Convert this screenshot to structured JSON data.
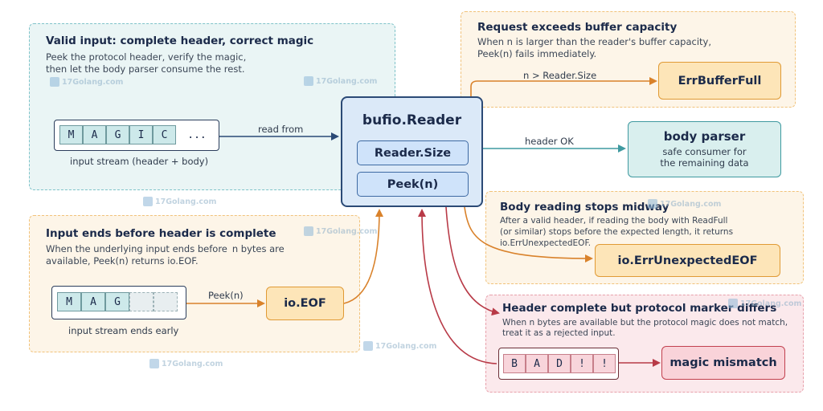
{
  "watermark": "17Golang.com",
  "reader": {
    "title": "bufio.Reader",
    "size_field": "Reader.Size",
    "peek_field": "Peek(n)"
  },
  "valid_panel": {
    "title": "Valid input: complete header, correct magic",
    "desc": "Peek the protocol header, verify the magic,\nthen let the body parser consume the rest.",
    "stream_cells": [
      "M",
      "A",
      "G",
      "I",
      "C"
    ],
    "stream_ellipsis": "...",
    "stream_caption": "input stream (header + body)",
    "edge_label": "read from"
  },
  "eof_panel": {
    "title": "Input ends before header is complete",
    "desc": "When the underlying input ends before  n bytes are\navailable, Peek(n) returns io.EOF.",
    "stream_cells": [
      "M",
      "A",
      "G"
    ],
    "stream_caption": "input stream ends early",
    "edge_label": "Peek(n)",
    "result": "io.EOF"
  },
  "buffer_panel": {
    "title": "Request exceeds buffer capacity",
    "desc": "When n is larger than the reader's buffer capacity,\nPeek(n) fails immediately.",
    "edge_label": "n > Reader.Size",
    "result": "ErrBufferFull"
  },
  "header_ok": {
    "edge_label": "header OK",
    "title": "body parser",
    "desc": "safe consumer for\nthe remaining data"
  },
  "midway_panel": {
    "title": "Body reading stops midway",
    "desc": "After a valid header, if reading the body with ReadFull\n(or similar) stops before the expected length, it returns io.ErrUnexpectedEOF.",
    "result": "io.ErrUnexpectedEOF"
  },
  "mismatch_panel": {
    "title": "Header complete but protocol marker differs",
    "desc": "When n bytes are available but the protocol magic does not match,\ntreat it as a rejected input.",
    "stream_cells": [
      "B",
      "A",
      "D",
      "!",
      "!"
    ],
    "result": "magic mismatch"
  },
  "colors": {
    "teal_accent": "#3f9aa0",
    "orange_accent": "#e09a35",
    "red_accent": "#c2414f",
    "navy": "#2b4a76"
  }
}
